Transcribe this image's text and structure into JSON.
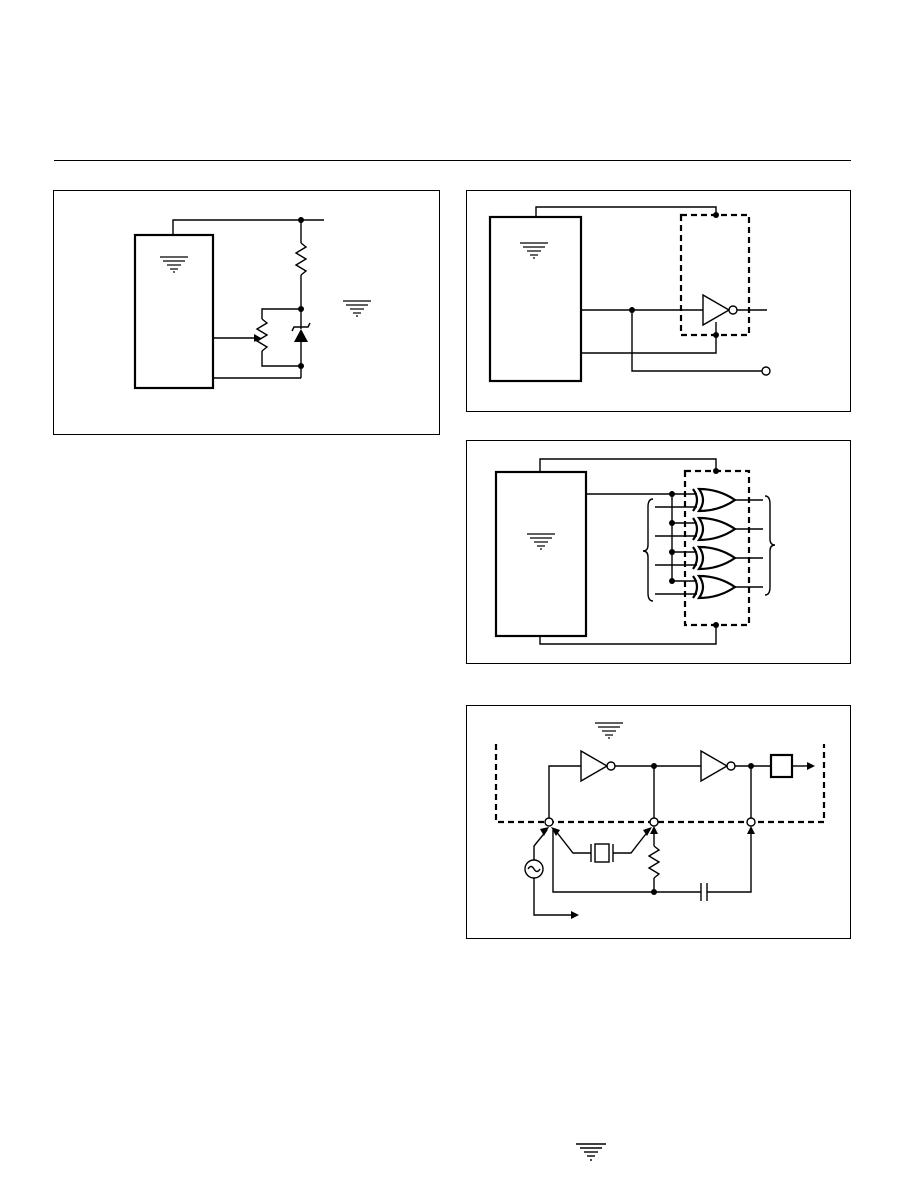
{
  "page": {
    "header_rule": true,
    "footer_logo": "triangle-logo"
  },
  "figures": [
    {
      "id": "fig-1",
      "content": "zener-reference-circuit",
      "icons": [
        "triangle-logo",
        "triangle-logo"
      ]
    },
    {
      "id": "fig-2",
      "content": "inverter-buffer-circuit",
      "icons": [
        "triangle-logo"
      ]
    },
    {
      "id": "fig-3",
      "content": "quad-xor-gate-circuit",
      "icons": [
        "triangle-logo"
      ]
    },
    {
      "id": "fig-4",
      "content": "crystal-oscillator-circuit",
      "icons": [
        "triangle-logo"
      ]
    }
  ]
}
